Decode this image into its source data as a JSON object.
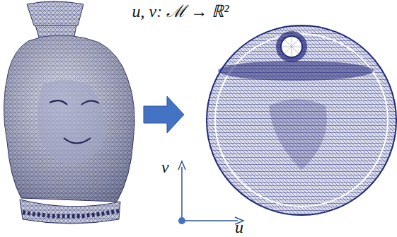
{
  "diagram": {
    "labels": [
      "u, v: ℳ → ℝ²",
      "v",
      "u"
    ]
  }
}
